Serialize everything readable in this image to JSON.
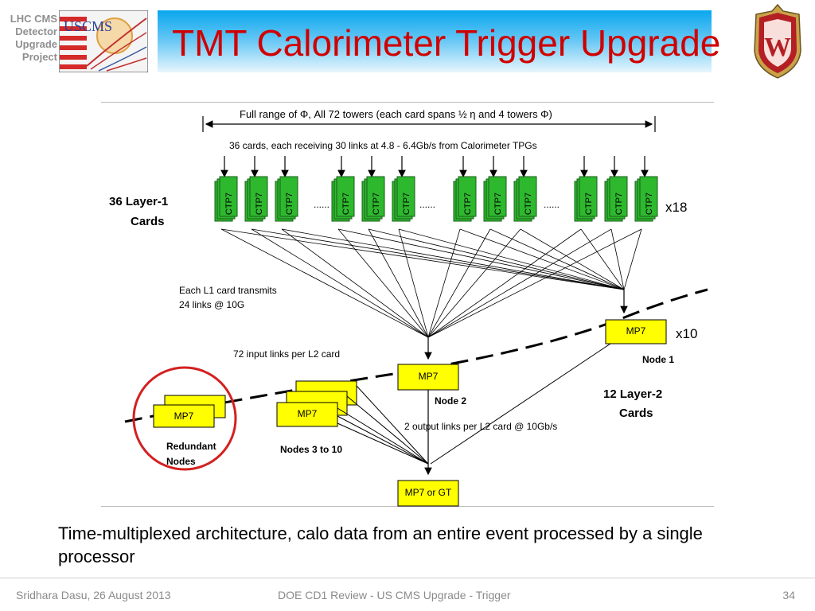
{
  "header": {
    "side_label": [
      "LHC CMS",
      "Detector",
      "Upgrade",
      "Project"
    ],
    "logo_text": "USCMS",
    "title": "TMT Calorimeter Trigger Upgrade",
    "crest_letter": "W"
  },
  "diagram": {
    "top_range_label": "Full range of Φ, All 72 towers (each card spans ½ η and 4 towers Φ)",
    "cards_input_label": "36 cards, each receiving 30 links at 4.8 - 6.4Gb/s from Calorimeter TPGs",
    "layer1_label": [
      "36 Layer-1",
      "Cards"
    ],
    "card_label": "CTP7",
    "ellipsis": "......",
    "multiplier_layer1": "x18",
    "transmit_label": [
      "Each L1 card transmits",
      "24 links @ 10G"
    ],
    "input_links_label": "72 input links per L2 card",
    "node1_box": "MP7",
    "multiplier_layer2": "x10",
    "node1_label": "Node 1",
    "node2_box": "MP7",
    "node2_label": "Node 2",
    "layer2_label": [
      "12 Layer-2",
      "Cards"
    ],
    "nodes3_box": "MP7",
    "nodes3_label": "Nodes 3 to 10",
    "redundant_box": "MP7",
    "redundant_label": [
      "Redundant",
      "Nodes"
    ],
    "output_links_label": "2 output links per L2 card @ 10Gb/s",
    "final_box": "MP7 or GT"
  },
  "caption": "Time-multiplexed architecture, calo data from an entire event processed by a single processor",
  "footer": {
    "author_date": "Sridhara Dasu, 26 August 2013",
    "center": "DOE CD1 Review - US CMS Upgrade - Trigger",
    "page": "34"
  },
  "colors": {
    "title_red": "#d00000",
    "card_green": "#2eb82e",
    "box_yellow": "#ffff00",
    "circle_red": "#d32020",
    "crest_red": "#b41f24",
    "crest_gold": "#c9a34a"
  }
}
